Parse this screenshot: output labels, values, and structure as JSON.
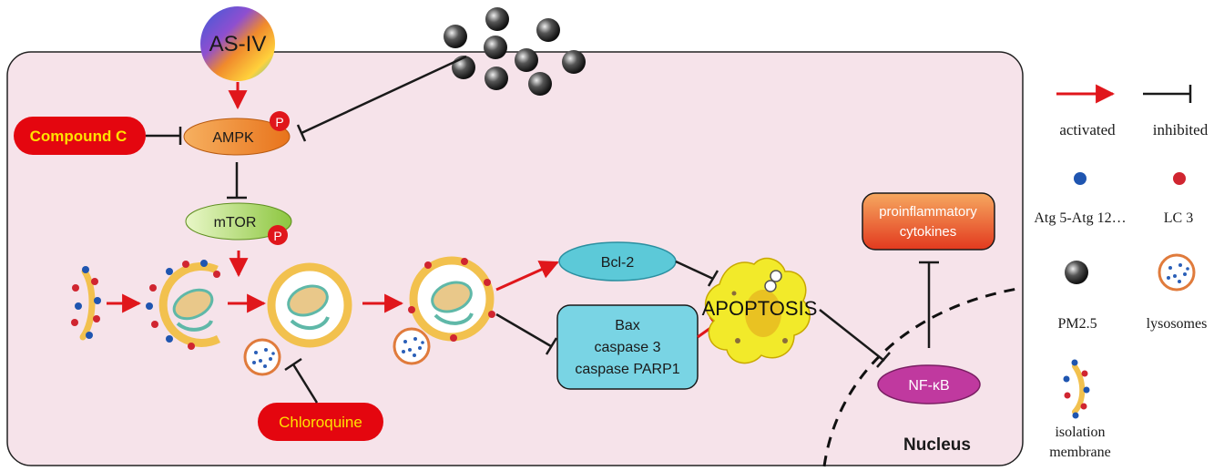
{
  "agents": {
    "as_iv": "AS-IV",
    "compound_c": "Compound C",
    "chloroquine": "Chloroquine"
  },
  "nodes": {
    "ampk": "AMPK",
    "mtor": "mTOR",
    "phospho": "P",
    "bcl2": "Bcl-2",
    "bax_line1": "Bax",
    "bax_line2": "caspase 3",
    "bax_line3": "caspase PARP1",
    "apoptosis": "APOPTOSIS",
    "nfkb": "NF-κB",
    "cyto_line1": "proinflammatory",
    "cyto_line2": "cytokines",
    "nucleus": "Nucleus"
  },
  "legend": {
    "activated": "activated",
    "inhibited": "inhibited",
    "atg": "Atg 5-Atg 12…",
    "lc3": "LC 3",
    "pm25": "PM2.5",
    "lysosomes": "lysosomes",
    "isolation_line1": "isolation",
    "isolation_line2": "membrane"
  },
  "colors": {
    "cell_fill": "#f6e3ea",
    "activate_arrow": "#e0161b",
    "inhibit_line": "#1a1a1a",
    "drug_box": "#e4060f",
    "drug_text": "#ffe100",
    "ampk": "#f08a2c",
    "mtor": "#9cd14a",
    "bcl2": "#5cc9d8",
    "nfkb": "#c0399f",
    "cytokines": "#e8502a",
    "atg_dot": "#1f55b0",
    "lc3_dot": "#d02530",
    "apoptosis_cell": "#f2ea2a"
  }
}
